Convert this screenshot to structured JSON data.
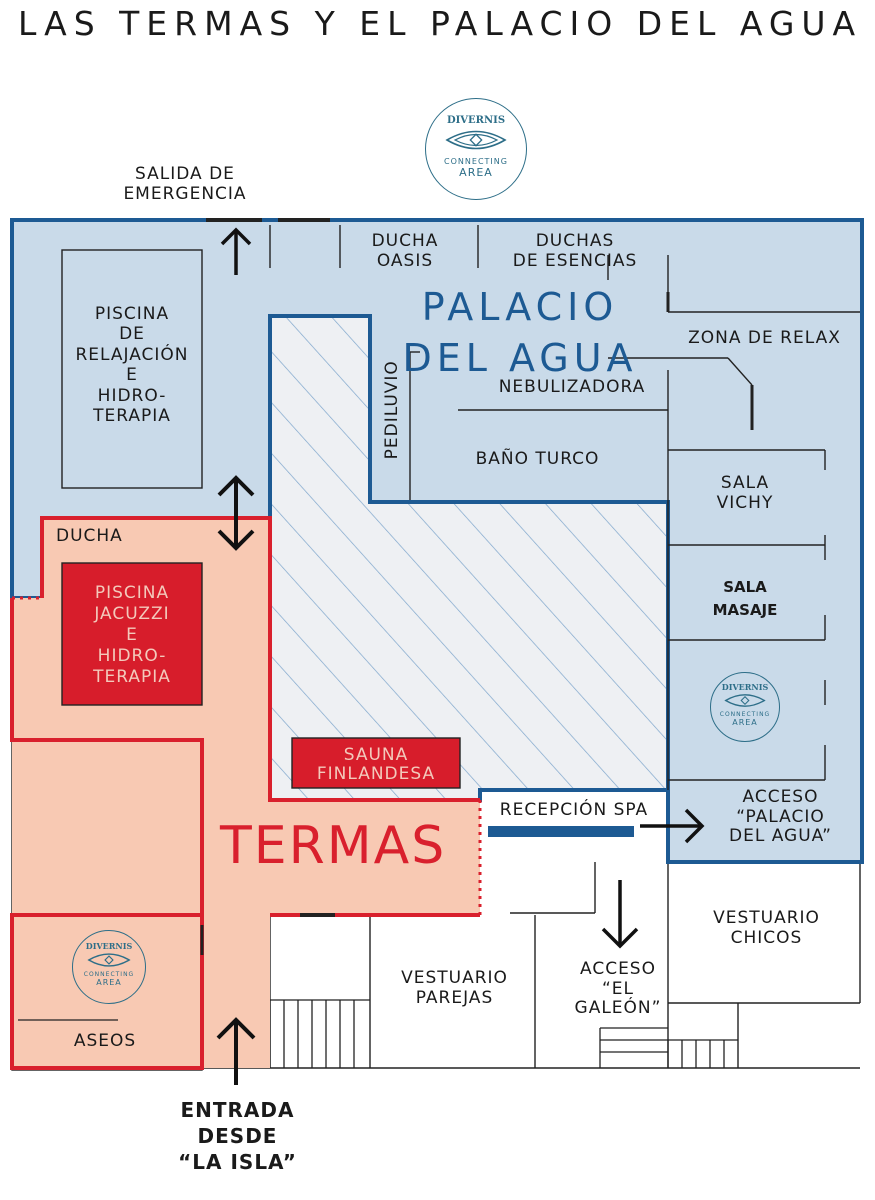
{
  "title": "LAS TERMAS Y EL PALACIO DEL AGUA",
  "colors": {
    "palacio_fill": "#c9dae9",
    "palacio_border": "#1d5a93",
    "termas_fill": "#f8c9b3",
    "termas_border": "#d9202d",
    "jacuzzi_fill": "#d71d2b",
    "hatch_fill": "#eef0f3",
    "hatch_lines": "#7ea6cc"
  },
  "zones": {
    "palacio": "PALACIO DEL AGUA",
    "termas": "TERMAS"
  },
  "rooms": {
    "salida": [
      "SALIDA DE",
      "EMERGENCIA"
    ],
    "ducha_oasis": [
      "DUCHA",
      "OASIS"
    ],
    "duchas_esencias": [
      "DUCHAS",
      "DE ESENCIAS"
    ],
    "zona_relax": "ZONA DE RELAX",
    "piscina_relajacion": [
      "PISCINA",
      "DE",
      "RELAJACIÓN",
      "E",
      "HIDRO-",
      "TERAPIA"
    ],
    "pediluvio": "PEDILUVIO",
    "nebulizadora": "NEBULIZADORA",
    "bano_turco": "BAÑO TURCO",
    "sala_vichy": [
      "SALA",
      "VICHY"
    ],
    "sala_masaje": [
      "SALA",
      "MASAJE"
    ],
    "ducha": "DUCHA",
    "piscina_jacuzzi": [
      "PISCINA",
      "JACUZZI",
      "E",
      "HIDRO-",
      "TERAPIA"
    ],
    "sauna": [
      "SAUNA",
      "FINLANDESA"
    ],
    "recepcion": "RECEPCIÓN SPA",
    "acceso_palacio": [
      "ACCESO",
      "“PALACIO",
      "DEL AGUA”"
    ],
    "vestuario_chicos": [
      "VESTUARIO",
      "CHICOS"
    ],
    "vestuario_parejas": [
      "VESTUARIO",
      "PAREJAS"
    ],
    "acceso_galeon": [
      "ACCESO",
      "“EL",
      "GALEÓN”"
    ],
    "aseos": "ASEOS",
    "entrada": [
      "ENTRADA",
      "DESDE",
      "“LA ISLA”"
    ]
  },
  "logo": {
    "brand": "DIVERNIS",
    "line1": "CONNECTING",
    "line2": "AREA"
  }
}
